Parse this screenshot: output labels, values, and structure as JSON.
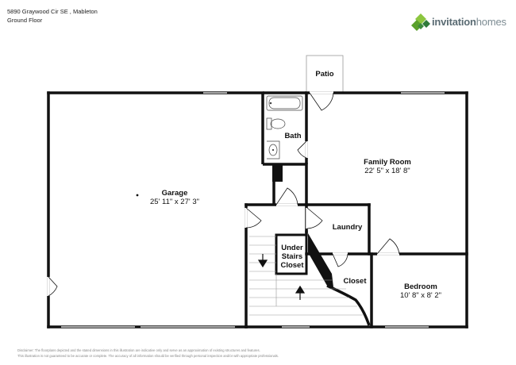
{
  "header": {
    "address": "5890 Graywood Cir SE , Mableton",
    "floor": "Ground Floor"
  },
  "brand": {
    "name_bold": "invitation",
    "name_light": "homes",
    "colors": {
      "green": "#6ab04c",
      "dark_green": "#3d8b3d",
      "text": "#5a6b73"
    }
  },
  "rooms": {
    "patio": {
      "name": "Patio"
    },
    "bath": {
      "name": "Bath"
    },
    "family_room": {
      "name": "Family Room",
      "dims": "22' 5\" x 18' 8\""
    },
    "garage": {
      "name": "Garage",
      "dims": "25' 11\" x 27' 3\""
    },
    "laundry": {
      "name": "Laundry"
    },
    "under_stairs_closet": {
      "line1": "Under",
      "line2": "Stairs",
      "line3": "Closet"
    },
    "closet": {
      "name": "Closet"
    },
    "bedroom": {
      "name": "Bedroom",
      "dims": "10' 8\" x 8' 2\""
    }
  },
  "disclaimer": {
    "line1": "Disclaimer: The floorplans depicted and the stated dimensions in this illustration are indicative only and serve as an approximation of existing structures and features.",
    "line2": "This illustration is not guaranteed to be accurate or complete. The accuracy of all information should be verified through personal inspection and/or with appropriate professionals."
  }
}
